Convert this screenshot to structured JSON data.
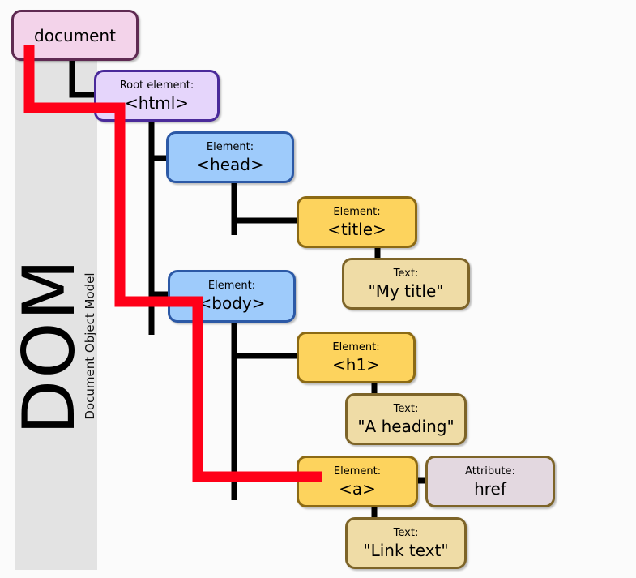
{
  "sidebar": {
    "title": "DOM",
    "subtitle": "Document Object Model"
  },
  "nodes": {
    "document": {
      "value": "document"
    },
    "html": {
      "caption": "Root element:",
      "value": "<html>"
    },
    "head": {
      "caption": "Element:",
      "value": "<head>"
    },
    "title": {
      "caption": "Element:",
      "value": "<title>"
    },
    "title_text": {
      "caption": "Text:",
      "value": "\"My title\""
    },
    "body": {
      "caption": "Element:",
      "value": "<body>"
    },
    "h1": {
      "caption": "Element:",
      "value": "<h1>"
    },
    "h1_text": {
      "caption": "Text:",
      "value": "\"A heading\""
    },
    "a": {
      "caption": "Element:",
      "value": "<a>"
    },
    "href": {
      "caption": "Attribute:",
      "value": "href"
    },
    "a_text": {
      "caption": "Text:",
      "value": "\"Link text\""
    }
  },
  "colors": {
    "document_fill": "#f3d3ea",
    "document_border": "#5f2a52",
    "html_fill": "#e5d5fb",
    "html_border": "#4a2a9a",
    "element_blue_fill": "#9ecbfb",
    "element_blue_border": "#2c59a6",
    "element_yellow_fill": "#fdd35d",
    "element_yellow_border": "#8c6a14",
    "text_fill": "#efdca6",
    "text_border": "#7d6428",
    "attr_fill": "#e3d8e0",
    "attr_border": "#7d6428",
    "path": "#ff0018",
    "connector": "#000000"
  }
}
